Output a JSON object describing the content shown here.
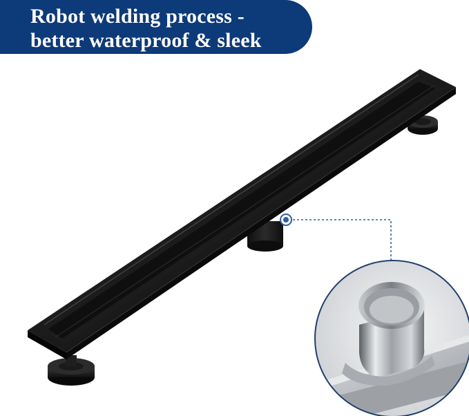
{
  "banner": {
    "line1": "Robot welding process -",
    "line2": "better waterproof &  sleek"
  },
  "colors": {
    "banner_background": "#0d3a78",
    "banner_text": "#ffffff",
    "drain_body": "#141414",
    "callout_line": "#3c5f8a",
    "callout_dot": "#2f5f9e",
    "steel": "#b9bcc0"
  },
  "icons": {
    "product": "linear-shower-drain",
    "detail": "magnified-outlet-weld"
  }
}
